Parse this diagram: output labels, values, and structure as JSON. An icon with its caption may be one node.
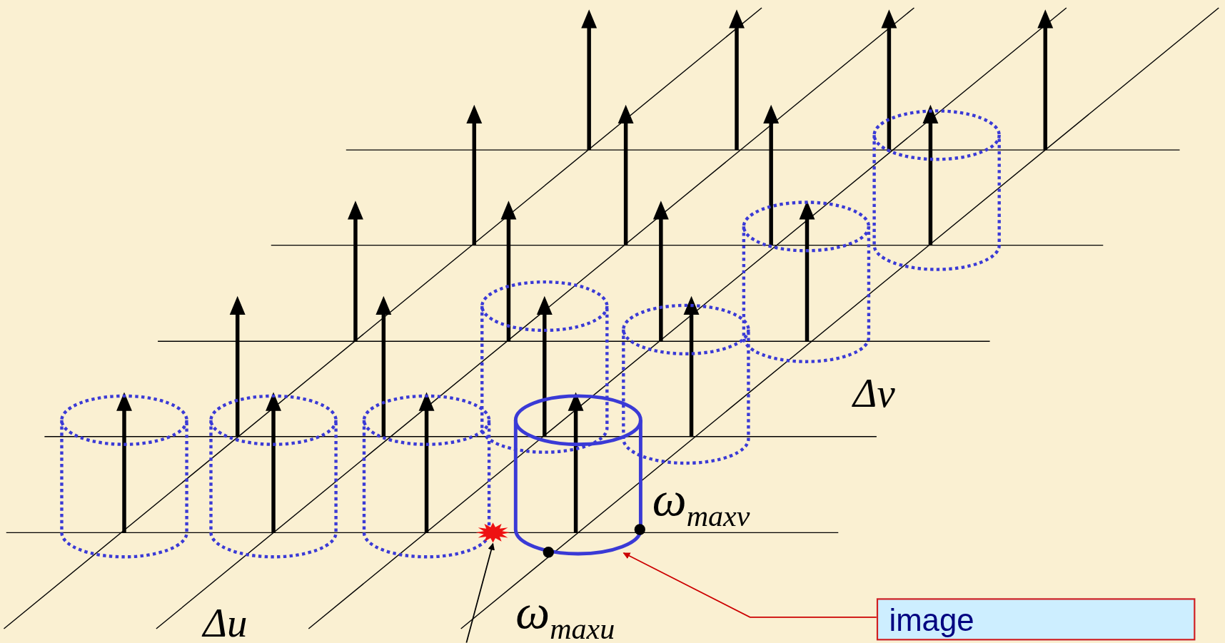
{
  "diagram": {
    "nodes": [
      {
        "text": [
          "image"
        ]
      },
      {
        "text": [],
        "shape": "cylinder"
      },
      {
        "text": [],
        "shape": "cylinder"
      },
      {
        "text": [],
        "shape": "cylinder"
      },
      {
        "text": [],
        "shape": "cylinder"
      },
      {
        "text": [],
        "shape": "cylinder"
      },
      {
        "text": [],
        "shape": "cylinder"
      },
      {
        "text": [],
        "shape": "cylinder"
      },
      {
        "text": [],
        "shape": "cylinder"
      },
      {
        "text": [],
        "shape": "star"
      }
    ],
    "edges": [
      {
        "from": 0,
        "to": 5,
        "arrow": "to",
        "color": "#cc0000"
      },
      {
        "from": null,
        "to": 9,
        "arrow": "to",
        "color": "#000000"
      }
    ],
    "labels": [
      "Δv",
      "ω$_{maxv}$",
      "Δu",
      "ω$_{maxu}$"
    ]
  }
}
